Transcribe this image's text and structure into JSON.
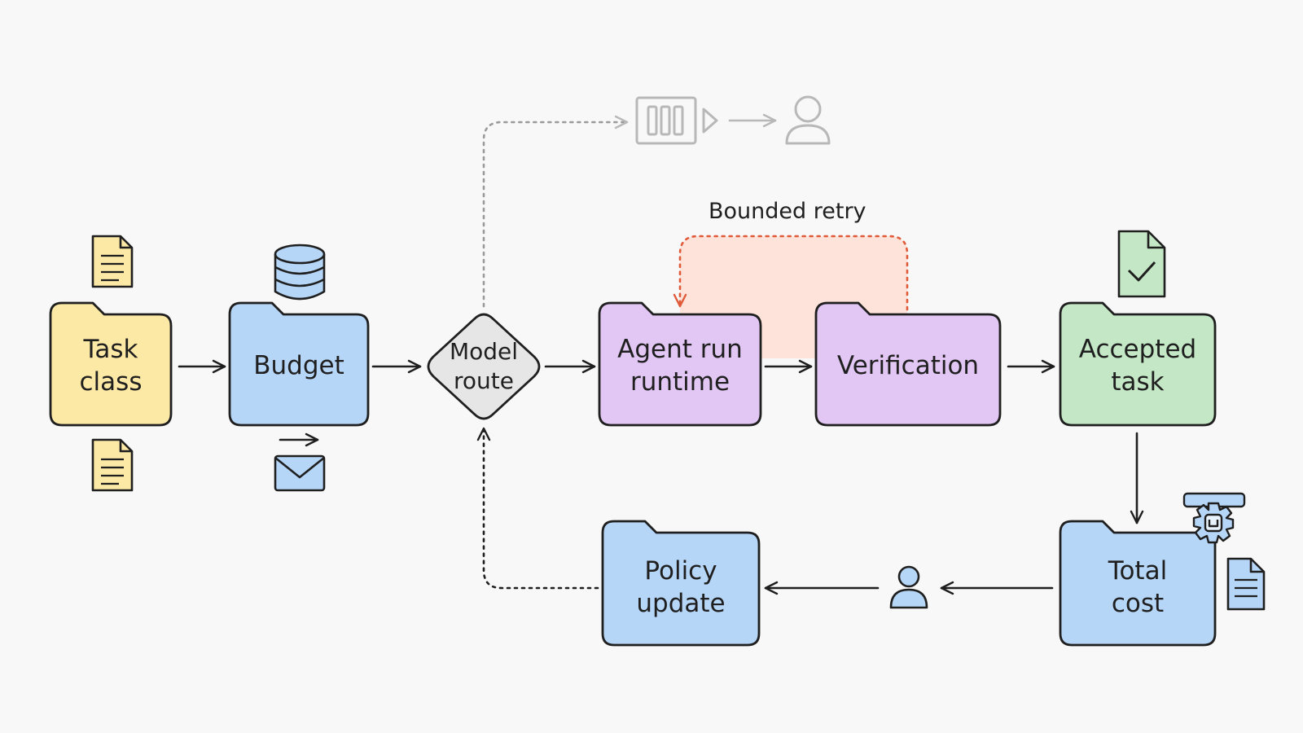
{
  "nodes": {
    "task_class": {
      "line1": "Task",
      "line2": "class"
    },
    "budget": {
      "line1": "Budget"
    },
    "model_route": {
      "line1": "Model",
      "line2": "route"
    },
    "agent_run": {
      "line1": "Agent run",
      "line2": "runtime"
    },
    "verification": {
      "line1": "Verification"
    },
    "accepted": {
      "line1": "Accepted",
      "line2": "task"
    },
    "total_cost": {
      "line1": "Total",
      "line2": "cost"
    },
    "policy": {
      "line1": "Policy",
      "line2": "update"
    }
  },
  "annotations": {
    "retry": "Bounded retry"
  },
  "colors": {
    "yellow": "#fde9a6",
    "blue": "#b6d6f7",
    "gray": "#e6e6e6",
    "purple": "#e2c6f3",
    "green": "#c4e8c5",
    "retry_fill": "#fde3d9",
    "retry_line": "#e05a3a",
    "faded": "#b8b8b8",
    "ink": "#1f1f1f"
  },
  "icons": [
    "document-icon",
    "database-icon",
    "mail-icon",
    "queue-icon",
    "user-icon",
    "document-check-icon",
    "gear-icon"
  ]
}
